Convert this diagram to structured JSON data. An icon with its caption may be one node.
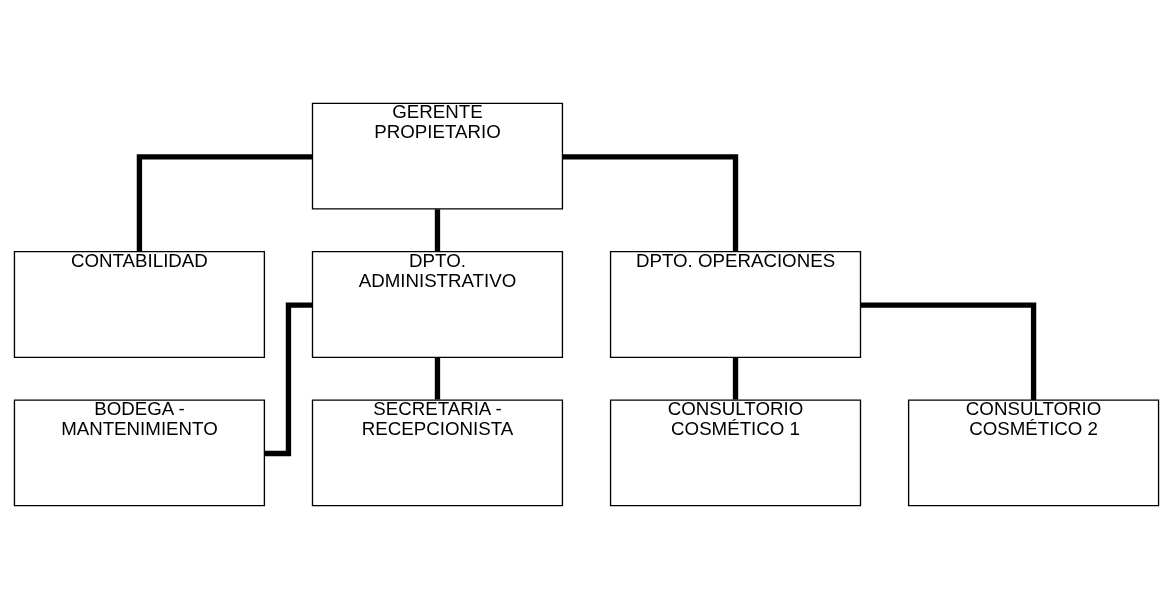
{
  "diagram": {
    "nodes": [
      {
        "text": [
          "GERENTE PROPIETARIO"
        ]
      },
      {
        "text": [
          "CONTABILIDAD"
        ]
      },
      {
        "text": [
          "DPTO. ADMINISTRATIVO"
        ]
      },
      {
        "text": [
          "DPTO. OPERACIONES"
        ]
      },
      {
        "text": [
          "BODEGA - MANTENIMIENTO"
        ]
      },
      {
        "text": [
          "SECRETARIA - RECEPCIONISTA"
        ]
      },
      {
        "text": [
          "CONSULTORIO COSMÉTICO 1"
        ]
      },
      {
        "text": [
          "CONSULTORIO COSMÉTICO 2"
        ]
      }
    ],
    "edges": [
      {
        "from": 0,
        "to": 1,
        "arrow": "none"
      },
      {
        "from": 0,
        "to": 2,
        "arrow": "none"
      },
      {
        "from": 0,
        "to": 3,
        "arrow": "none"
      },
      {
        "from": 2,
        "to": 4,
        "arrow": "none"
      },
      {
        "from": 2,
        "to": 5,
        "arrow": "none"
      },
      {
        "from": 3,
        "to": 6,
        "arrow": "none"
      },
      {
        "from": 3,
        "to": 7,
        "arrow": "none"
      }
    ]
  }
}
